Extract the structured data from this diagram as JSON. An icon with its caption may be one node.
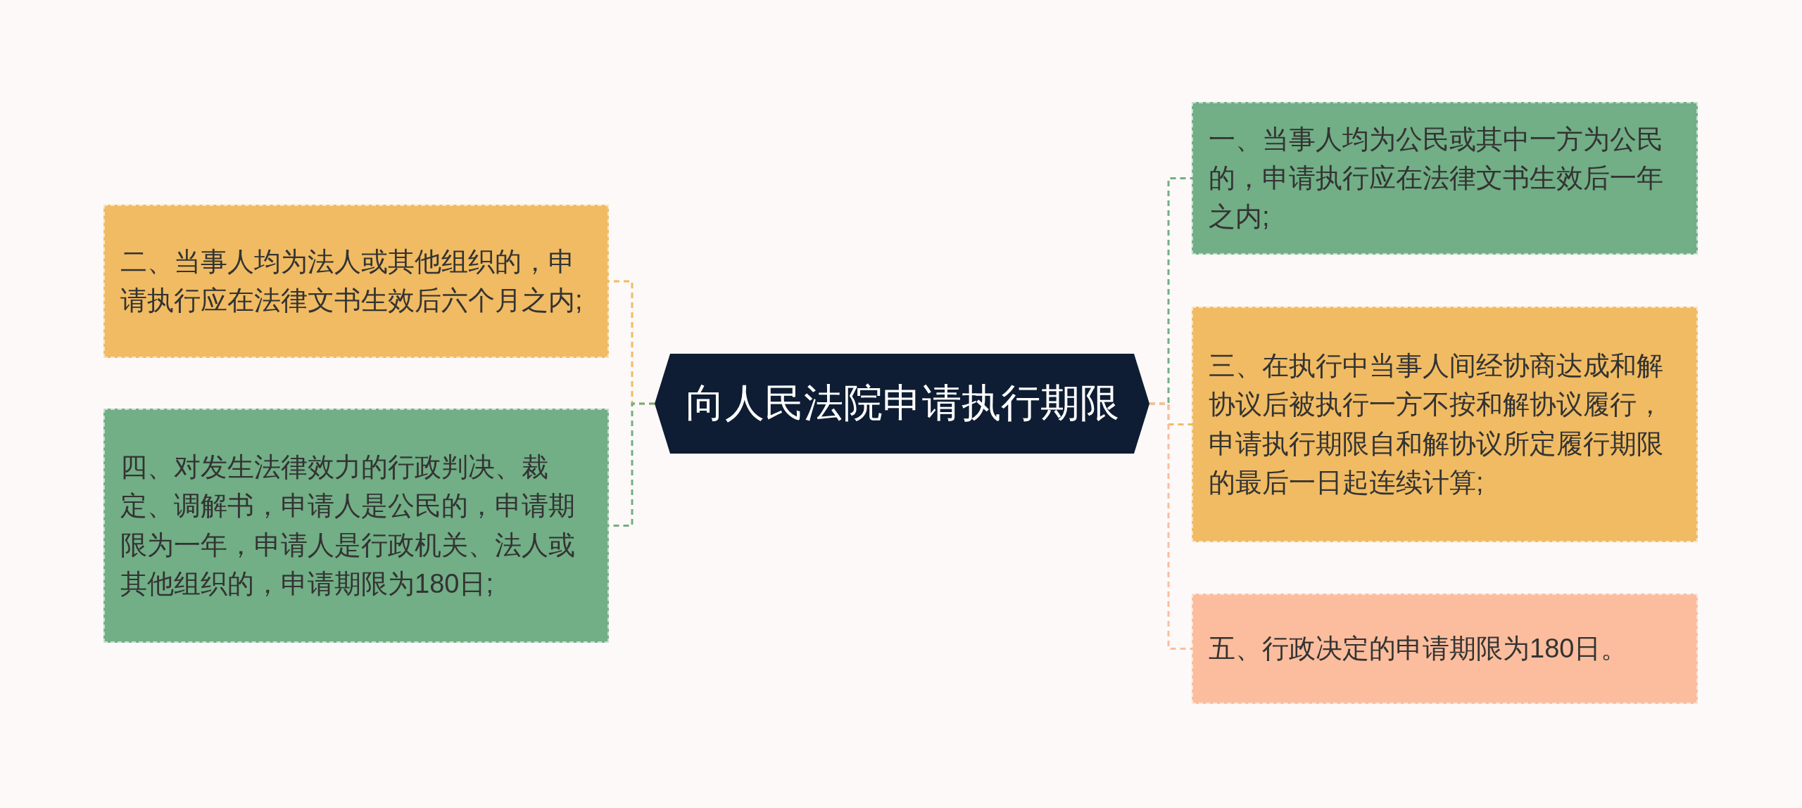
{
  "diagram": {
    "nodes": [
      {
        "text": [
          "向人民法院申请执行期限"
        ]
      },
      {
        "text": [
          "二、当事人均为法人或其他组织的，申请执行应在法律文书生效后六个月之内;"
        ]
      },
      {
        "text": [
          "四、对发生法律效力的行政判决、裁定、调解书，申请人是公民的，申请期限为一年，申请人是行政机关、法人或其他组织的，申请期限为180日;"
        ]
      },
      {
        "text": [
          "一、当事人均为公民或其中一方为公民的，申请执行应在法律文书生效后一年之内;"
        ]
      },
      {
        "text": [
          "三、在执行中当事人间经协商达成和解协议后被执行一方不按和解协议履行，申请执行期限自和解协议所定履行期限的最后一日起连续计算;"
        ]
      },
      {
        "text": [
          "五、行政决定的申请期限为180日。"
        ]
      }
    ],
    "edges": [
      {
        "from": 0,
        "to": 1,
        "arrow": "none",
        "style": "dashed",
        "color": "#f0bb62"
      },
      {
        "from": 0,
        "to": 2,
        "arrow": "none",
        "style": "dashed",
        "color": "#72ae86"
      },
      {
        "from": 0,
        "to": 3,
        "arrow": "none",
        "style": "dashed",
        "color": "#72ae86"
      },
      {
        "from": 0,
        "to": 4,
        "arrow": "none",
        "style": "dashed",
        "color": "#f0bb62"
      },
      {
        "from": 0,
        "to": 5,
        "arrow": "none",
        "style": "dashed",
        "color": "#fbbd9d"
      }
    ]
  }
}
